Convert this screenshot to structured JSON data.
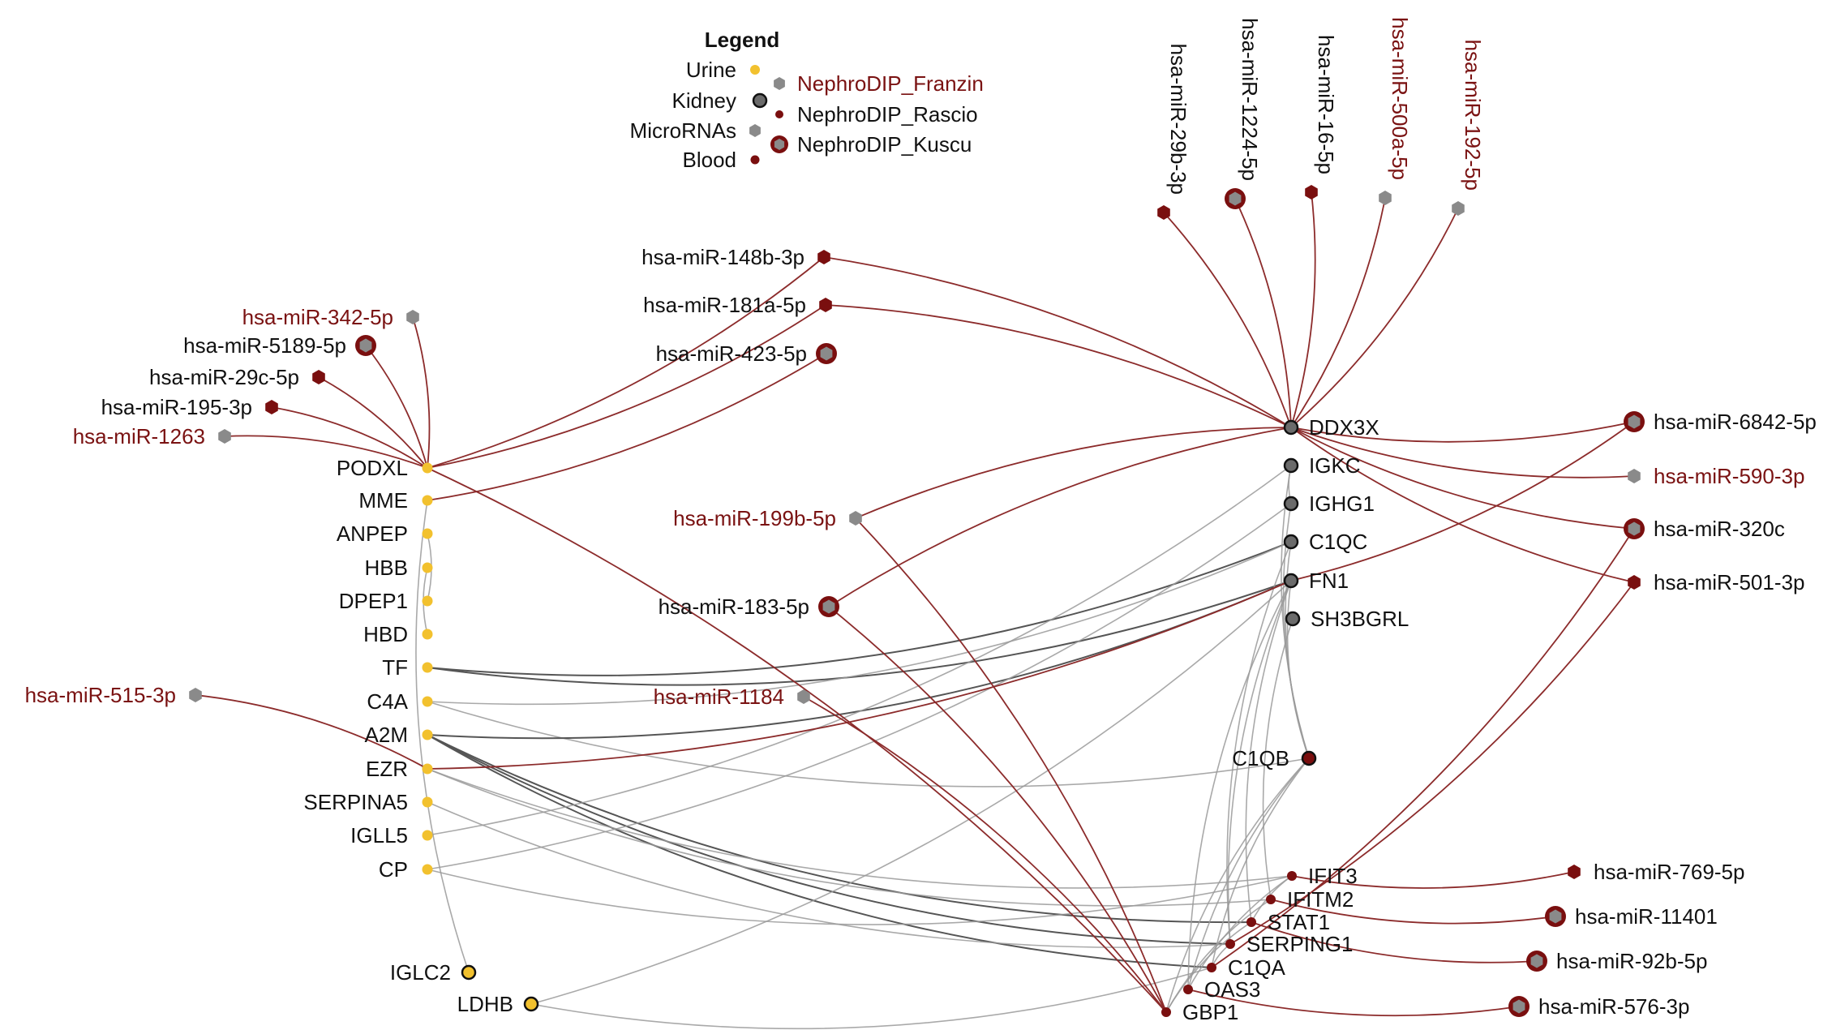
{
  "legend": {
    "title": "Legend",
    "tissue_items": [
      "Urine",
      "Kidney",
      "MicroRNAs",
      "Blood"
    ],
    "source_items": [
      "NephroDIP_Franzin",
      "NephroDIP_Rascio",
      "NephroDIP_Kuscu"
    ]
  },
  "colors": {
    "urine": "#f2c12e",
    "kidney": "#6b6b6b",
    "mirna": "#8a8a8a",
    "blood": "#7a0f0f",
    "highlight_text": "#7a1212",
    "edge_gene": "#9a9a9a",
    "edge_mirna": "#8c2b2b"
  },
  "genes": {
    "urine": [
      "PODXL",
      "MME",
      "ANPEP",
      "HBB",
      "DPEP1",
      "HBD",
      "TF",
      "C4A",
      "A2M",
      "EZR",
      "SERPINA5",
      "IGLL5",
      "CP",
      "IGLC2",
      "LDHB"
    ],
    "kidney": [
      "DDX3X",
      "IGKC",
      "IGHG1",
      "C1QC",
      "FN1",
      "SH3BGRL"
    ],
    "blood": [
      "C1QB",
      "IFIT3",
      "IFITM2",
      "STAT1",
      "SERPING1",
      "C1QA",
      "OAS3",
      "GBP1"
    ]
  },
  "mirnas": [
    {
      "name": "hsa-miR-29b-3p",
      "source": "NephroDIP_Rascio"
    },
    {
      "name": "hsa-miR-1224-5p",
      "source": "NephroDIP_Kuscu"
    },
    {
      "name": "hsa-miR-16-5p",
      "source": "NephroDIP_Rascio"
    },
    {
      "name": "hsa-miR-500a-5p",
      "source": "NephroDIP_Franzin"
    },
    {
      "name": "hsa-miR-192-5p",
      "source": "NephroDIP_Franzin"
    },
    {
      "name": "hsa-miR-148b-3p",
      "source": "NephroDIP_Rascio"
    },
    {
      "name": "hsa-miR-181a-5p",
      "source": "NephroDIP_Rascio"
    },
    {
      "name": "hsa-miR-423-5p",
      "source": "NephroDIP_Kuscu"
    },
    {
      "name": "hsa-miR-342-5p",
      "source": "NephroDIP_Franzin"
    },
    {
      "name": "hsa-miR-5189-5p",
      "source": "NephroDIP_Kuscu"
    },
    {
      "name": "hsa-miR-29c-5p",
      "source": "NephroDIP_Rascio"
    },
    {
      "name": "hsa-miR-195-3p",
      "source": "NephroDIP_Rascio"
    },
    {
      "name": "hsa-miR-1263",
      "source": "NephroDIP_Franzin"
    },
    {
      "name": "hsa-miR-199b-5p",
      "source": "NephroDIP_Franzin"
    },
    {
      "name": "hsa-miR-183-5p",
      "source": "NephroDIP_Kuscu"
    },
    {
      "name": "hsa-miR-1184",
      "source": "NephroDIP_Franzin"
    },
    {
      "name": "hsa-miR-515-3p",
      "source": "NephroDIP_Franzin"
    },
    {
      "name": "hsa-miR-6842-5p",
      "source": "NephroDIP_Kuscu"
    },
    {
      "name": "hsa-miR-590-3p",
      "source": "NephroDIP_Franzin"
    },
    {
      "name": "hsa-miR-320c",
      "source": "NephroDIP_Kuscu"
    },
    {
      "name": "hsa-miR-501-3p",
      "source": "NephroDIP_Rascio"
    },
    {
      "name": "hsa-miR-769-5p",
      "source": "NephroDIP_Rascio"
    },
    {
      "name": "hsa-miR-11401",
      "source": "NephroDIP_Kuscu"
    },
    {
      "name": "hsa-miR-92b-5p",
      "source": "NephroDIP_Kuscu"
    },
    {
      "name": "hsa-miR-576-3p",
      "source": "NephroDIP_Kuscu"
    }
  ],
  "edges_mirna": [
    [
      "hsa-miR-29b-3p",
      "DDX3X"
    ],
    [
      "hsa-miR-1224-5p",
      "DDX3X"
    ],
    [
      "hsa-miR-16-5p",
      "DDX3X"
    ],
    [
      "hsa-miR-500a-5p",
      "DDX3X"
    ],
    [
      "hsa-miR-192-5p",
      "DDX3X"
    ],
    [
      "hsa-miR-148b-3p",
      "DDX3X"
    ],
    [
      "hsa-miR-181a-5p",
      "DDX3X"
    ],
    [
      "hsa-miR-199b-5p",
      "DDX3X"
    ],
    [
      "hsa-miR-183-5p",
      "DDX3X"
    ],
    [
      "hsa-miR-6842-5p",
      "DDX3X"
    ],
    [
      "hsa-miR-590-3p",
      "DDX3X"
    ],
    [
      "hsa-miR-320c",
      "DDX3X"
    ],
    [
      "hsa-miR-501-3p",
      "DDX3X"
    ],
    [
      "hsa-miR-148b-3p",
      "PODXL"
    ],
    [
      "hsa-miR-181a-5p",
      "PODXL"
    ],
    [
      "hsa-miR-342-5p",
      "PODXL"
    ],
    [
      "hsa-miR-5189-5p",
      "PODXL"
    ],
    [
      "hsa-miR-29c-5p",
      "PODXL"
    ],
    [
      "hsa-miR-195-3p",
      "PODXL"
    ],
    [
      "hsa-miR-1263",
      "PODXL"
    ],
    [
      "hsa-miR-423-5p",
      "MME"
    ],
    [
      "hsa-miR-515-3p",
      "EZR"
    ],
    [
      "hsa-miR-183-5p",
      "GBP1"
    ],
    [
      "hsa-miR-1184",
      "GBP1"
    ],
    [
      "hsa-miR-199b-5p",
      "GBP1"
    ],
    [
      "PODXL",
      "GBP1"
    ],
    [
      "hsa-miR-6842-5p",
      "FN1"
    ],
    [
      "hsa-miR-320c",
      "C1QA"
    ],
    [
      "hsa-miR-501-3p",
      "SERPING1"
    ],
    [
      "hsa-miR-769-5p",
      "IFIT3"
    ],
    [
      "hsa-miR-11401",
      "IFITM2"
    ],
    [
      "hsa-miR-92b-5p",
      "STAT1"
    ],
    [
      "hsa-miR-576-3p",
      "OAS3"
    ],
    [
      "FN1",
      "EZR"
    ]
  ],
  "edges_gene": [
    [
      "MME",
      "IGLC2"
    ],
    [
      "HBB",
      "HBD"
    ],
    [
      "DPEP1",
      "ANPEP"
    ],
    [
      "TF",
      "FN1"
    ],
    [
      "TF",
      "C1QC"
    ],
    [
      "C4A",
      "C1QB"
    ],
    [
      "C4A",
      "C1QC"
    ],
    [
      "A2M",
      "FN1"
    ],
    [
      "A2M",
      "STAT1"
    ],
    [
      "A2M",
      "SERPING1"
    ],
    [
      "A2M",
      "C1QA"
    ],
    [
      "EZR",
      "IFIT3"
    ],
    [
      "EZR",
      "IFITM2"
    ],
    [
      "SERPINA5",
      "SERPING1"
    ],
    [
      "IGLL5",
      "IGKC"
    ],
    [
      "CP",
      "IGHG1"
    ],
    [
      "CP",
      "IFIT3"
    ],
    [
      "LDHB",
      "FN1"
    ],
    [
      "LDHB",
      "C1QA"
    ],
    [
      "IGKC",
      "IGHG1"
    ],
    [
      "IGHG1",
      "C1QB"
    ],
    [
      "C1QC",
      "C1QB"
    ],
    [
      "FN1",
      "C1QB"
    ],
    [
      "FN1",
      "SERPING1"
    ],
    [
      "FN1",
      "OAS3"
    ],
    [
      "FN1",
      "STAT1"
    ],
    [
      "SH3BGRL",
      "IFITM2"
    ],
    [
      "IGKC",
      "C1QB"
    ],
    [
      "C1QB",
      "C1QA"
    ],
    [
      "C1QB",
      "GBP1"
    ],
    [
      "C1QB",
      "OAS3"
    ],
    [
      "C1QC",
      "SERPING1"
    ],
    [
      "IFIT3",
      "OAS3"
    ],
    [
      "IFIT3",
      "STAT1"
    ],
    [
      "IFITM2",
      "GBP1"
    ],
    [
      "STAT1",
      "GBP1"
    ],
    [
      "SERPING1",
      "C1QA"
    ]
  ]
}
